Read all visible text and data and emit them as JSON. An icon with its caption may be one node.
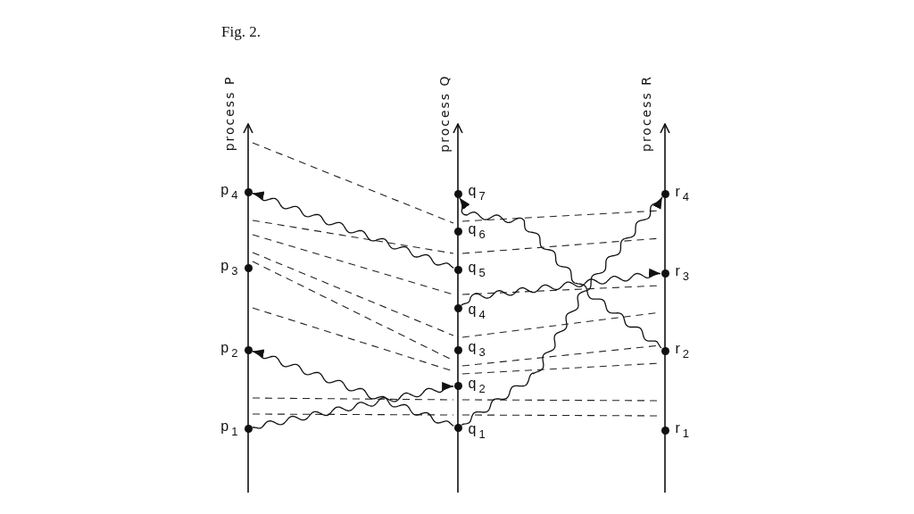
{
  "diagram": {
    "title": "Fig. 2.",
    "nodes": [
      {
        "text": [],
        "shape": "circle",
        "beside": [
          "p$_{1}$"
        ]
      },
      {
        "text": [],
        "shape": "circle",
        "beside": [
          "p$_{2}$"
        ]
      },
      {
        "text": [],
        "shape": "circle",
        "beside": [
          "p$_{3}$"
        ]
      },
      {
        "text": [],
        "shape": "circle",
        "beside": [
          "p$_{4}$"
        ]
      },
      {
        "text": [],
        "shape": "circle",
        "beside": [
          "q$_{1}$"
        ]
      },
      {
        "text": [],
        "shape": "circle",
        "beside": [
          "q$_{2}$"
        ]
      },
      {
        "text": [],
        "shape": "circle",
        "beside": [
          "q$_{3}$"
        ]
      },
      {
        "text": [],
        "shape": "circle",
        "beside": [
          "q$_{4}$"
        ]
      },
      {
        "text": [],
        "shape": "circle",
        "beside": [
          "q$_{5}$"
        ]
      },
      {
        "text": [],
        "shape": "circle",
        "beside": [
          "q$_{6}$"
        ]
      },
      {
        "text": [],
        "shape": "circle",
        "beside": [
          "q$_{7}$"
        ]
      },
      {
        "text": [],
        "shape": "circle",
        "beside": [
          "r$_{1}$"
        ]
      },
      {
        "text": [],
        "shape": "circle",
        "beside": [
          "r$_{2}$"
        ]
      },
      {
        "text": [],
        "shape": "circle",
        "beside": [
          "r$_{3}$"
        ]
      },
      {
        "text": [],
        "shape": "circle",
        "beside": [
          "r$_{4}$"
        ]
      }
    ],
    "edges": [
      {
        "from": 0,
        "to": 5,
        "arrow": "to"
      },
      {
        "from": 4,
        "to": 1,
        "arrow": "to"
      },
      {
        "from": 4,
        "to": 14,
        "arrow": "to"
      },
      {
        "from": 7,
        "to": 13,
        "arrow": "to"
      },
      {
        "from": 8,
        "to": 3,
        "arrow": "to"
      },
      {
        "from": 12,
        "to": 10,
        "arrow": "to"
      }
    ],
    "labels": [
      "process P",
      "process Q",
      "process R"
    ]
  }
}
